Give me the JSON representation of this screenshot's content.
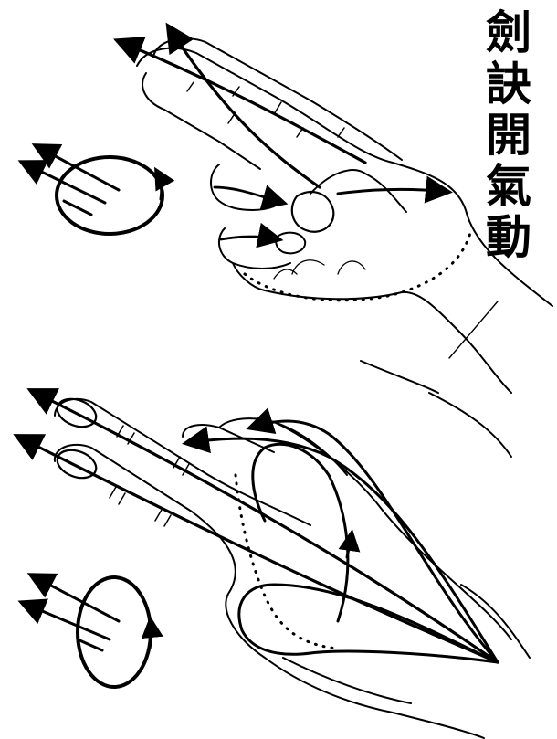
{
  "title": {
    "characters": [
      "劍",
      "訣",
      "開",
      "氣",
      "動"
    ]
  },
  "colors": {
    "ink": "#000000",
    "paper": "#ffffff"
  },
  "figures": [
    {
      "name": "upper-hand-sword-mudra",
      "icon": "hand-sword-fingers-icon"
    },
    {
      "name": "lower-hand-sword-mudra",
      "icon": "hand-sword-fingers-icon"
    }
  ]
}
